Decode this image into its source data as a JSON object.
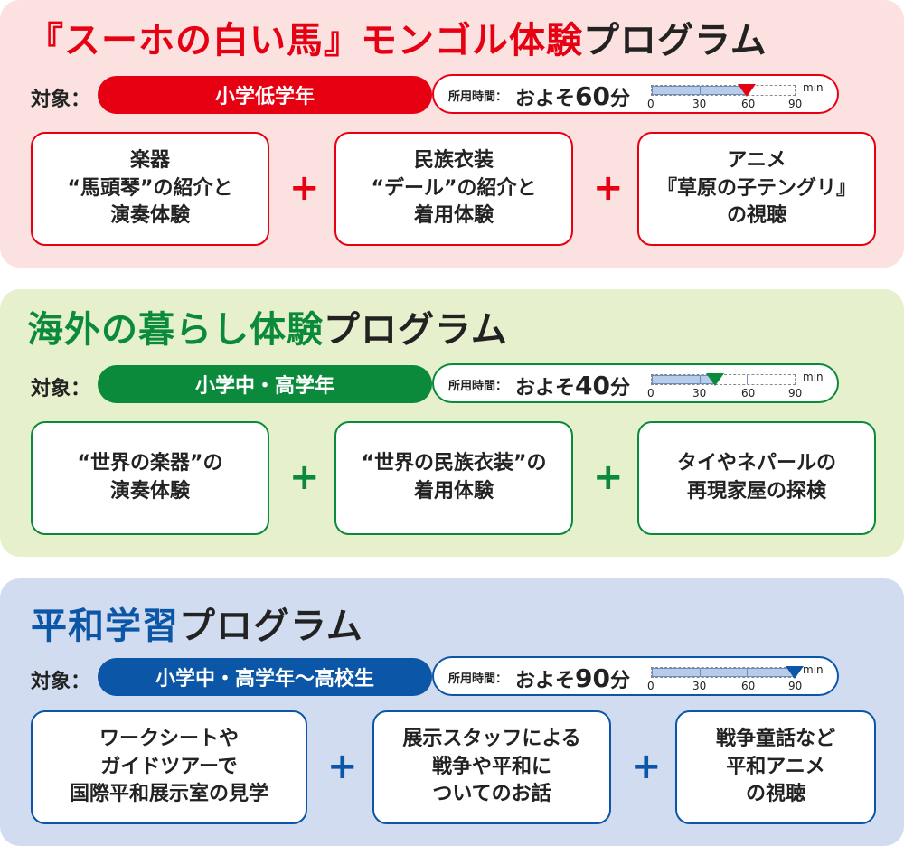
{
  "colors": {
    "red": "#e60012",
    "green": "#0a8a3a",
    "blue": "#0b56a6"
  },
  "target_label": "対象：",
  "time_label": "所用時間：",
  "time_prefix": "およそ",
  "time_unit_text": "分",
  "gauge_scale": [
    "0",
    "30",
    "60",
    "90"
  ],
  "gauge_unit": "min",
  "plus_symbol": "+",
  "programs": [
    {
      "title_main": "『スーホの白い馬』モンゴル体験",
      "title_suffix": "プログラム",
      "target": "小学低学年",
      "time_minutes": 60,
      "time_number": "60",
      "cards": [
        {
          "lines": [
            "楽器",
            "“馬頭琴”の紹介と",
            "演奏体験"
          ]
        },
        {
          "lines": [
            "民族衣装",
            "“デール”の紹介と",
            "着用体験"
          ]
        },
        {
          "lines": [
            "アニメ",
            "『草原の子テングリ』",
            "の視聴"
          ]
        }
      ]
    },
    {
      "title_main": "海外の暮らし体験",
      "title_suffix": "プログラム",
      "target": "小学中・高学年",
      "time_minutes": 40,
      "time_number": "40",
      "cards": [
        {
          "lines": [
            "“世界の楽器”の",
            "演奏体験"
          ]
        },
        {
          "lines": [
            "“世界の民族衣装”の",
            "着用体験"
          ]
        },
        {
          "lines": [
            "タイやネパールの",
            "再現家屋の探検"
          ]
        }
      ]
    },
    {
      "title_main": "平和学習",
      "title_suffix": "プログラム",
      "target": "小学中・高学年〜高校生",
      "time_minutes": 90,
      "time_number": "90",
      "cards": [
        {
          "lines": [
            "ワークシートや",
            "ガイドツアーで",
            "国際平和展示室の見学"
          ]
        },
        {
          "lines": [
            "展示スタッフによる",
            "戦争や平和に",
            "ついてのお話"
          ]
        },
        {
          "lines": [
            "戦争童話など",
            "平和アニメ",
            "の視聴"
          ]
        }
      ]
    }
  ]
}
